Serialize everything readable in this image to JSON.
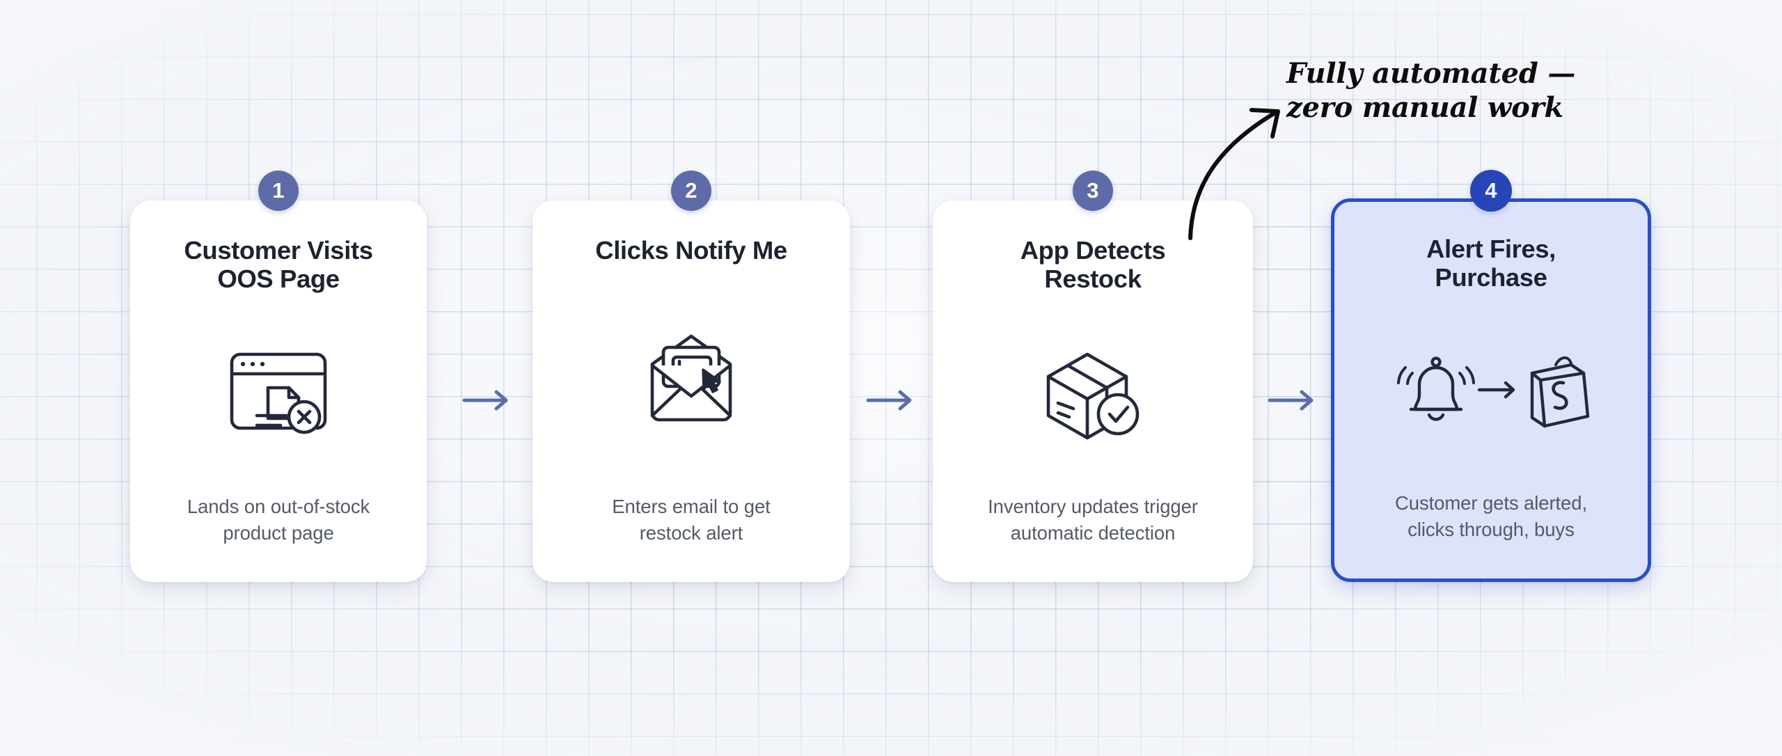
{
  "background": {
    "grid_color": "#7892c8",
    "page_color": "#f2f4f9"
  },
  "theme": {
    "badge_color": "#5d6ba8",
    "highlight_badge_color": "#2845b8",
    "highlight_border_color": "#2a4fc4",
    "highlight_fill_color": "#dde3fb",
    "arrow_color": "#5a6ea8",
    "title_color": "#1c2330",
    "desc_color": "#545b67",
    "icon_color": "#22293a"
  },
  "steps": [
    {
      "number": "1",
      "title": "Customer Visits\nOOS Page",
      "description": "Lands on out-of-stock\nproduct page",
      "icon": "browser-window-document-error-icon",
      "highlighted": false
    },
    {
      "number": "2",
      "title": "Clicks Notify Me",
      "description": "Enters email to get\nrestock alert",
      "icon": "open-envelope-cursor-icon",
      "highlighted": false
    },
    {
      "number": "3",
      "title": "App Detects\nRestock",
      "description": "Inventory updates trigger\nautomatic detection",
      "icon": "package-box-check-icon",
      "highlighted": false
    },
    {
      "number": "4",
      "title": "Alert Fires,\nPurchase",
      "description": "Customer gets alerted,\nclicks through, buys",
      "icon": "ringing-bell-arrow-shopify-bag-icon",
      "highlighted": true
    }
  ],
  "connectors": [
    {
      "icon": "arrow-right-icon"
    },
    {
      "icon": "arrow-right-icon"
    },
    {
      "icon": "arrow-right-icon"
    }
  ],
  "annotation": {
    "text": "Fully automated —\nzero manual work",
    "arrow_icon": "curved-arrow-up-right-icon"
  }
}
